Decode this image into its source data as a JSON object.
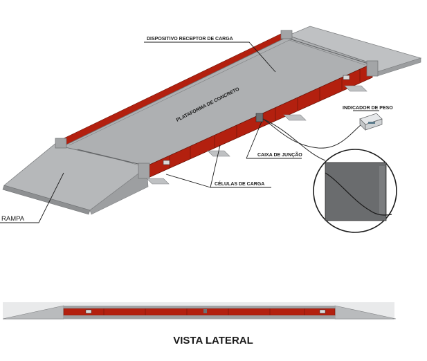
{
  "labels": {
    "dispositivo": "DISPOSITIVO RECEPTOR DE CARGA",
    "plataforma": "PLATAFORMA DE CONCRETO",
    "indicador": "INDICADOR DE PESO",
    "caixa": "CAIXA DE JUNÇÃO",
    "celulas": "CÉLULAS DE CARGA",
    "rampa": "RAMPA",
    "vista_lateral": "VISTA LATERAL"
  },
  "colors": {
    "concrete": "#a9abad",
    "concrete_light": "#bcbec0",
    "concrete_dark": "#8c8e90",
    "steel_red": "#b3200f",
    "steel_dark": "#6e1408",
    "indicator_body": "#d9dcde",
    "junction_box": "#6d6f71"
  }
}
